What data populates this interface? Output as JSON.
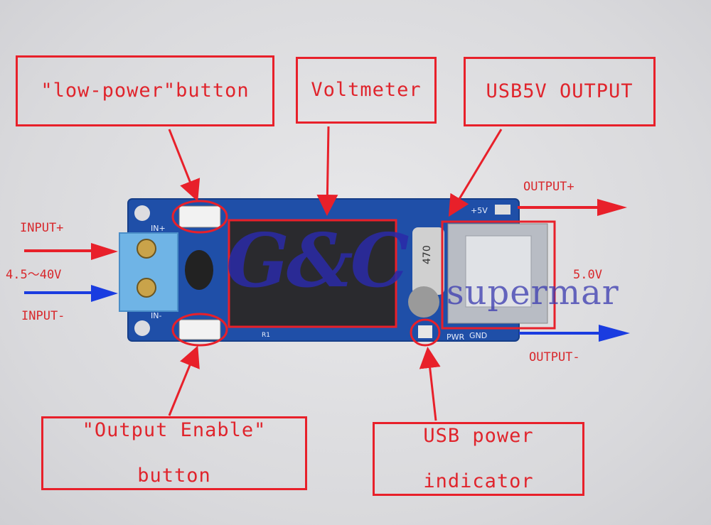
{
  "callouts": {
    "low_power": "\"low-power\"button",
    "voltmeter": "Voltmeter",
    "usb_output": "USB5V OUTPUT",
    "output_enable_line1": "\"Output Enable\"",
    "output_enable_line2": "button",
    "usb_indicator_line1": "USB power",
    "usb_indicator_line2": "indicator"
  },
  "labels": {
    "input_plus": "INPUT+",
    "input_range": "4.5～40V",
    "input_minus": "INPUT-",
    "output_plus": "OUTPUT+",
    "output_voltage": "5.0V",
    "output_minus": "OUTPUT-"
  },
  "board_silkscreen": {
    "in_plus": "IN+",
    "in_minus": "IN-",
    "plus5v": "+5V",
    "gnd": "GND",
    "pwr": "PWR",
    "cap": "470",
    "r2": "R1"
  },
  "watermark": {
    "logo": "G&C",
    "text": "supermar"
  },
  "colors": {
    "callout_red": "#e8202a",
    "arrow_blue": "#1a3ce0",
    "pcb_blue": "#1f4fa8",
    "terminal_blue": "#6fb4e6"
  }
}
